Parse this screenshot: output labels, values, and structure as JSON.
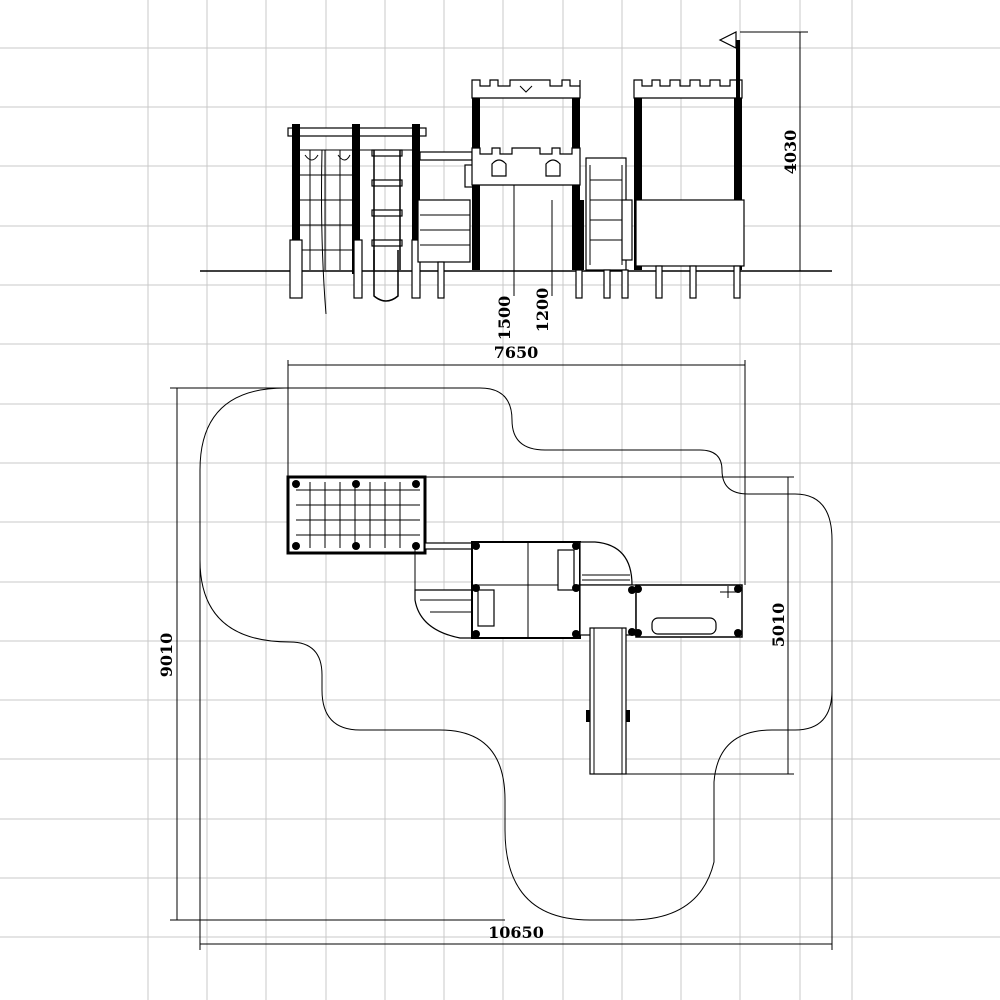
{
  "drawing": {
    "elevation": {
      "height_total": "4030",
      "platform_height_high": "1500",
      "platform_height_low": "1200"
    },
    "plan": {
      "structure_length": "7650",
      "structure_depth": "5010",
      "safety_zone_depth": "9010",
      "safety_zone_length": "10650"
    }
  }
}
